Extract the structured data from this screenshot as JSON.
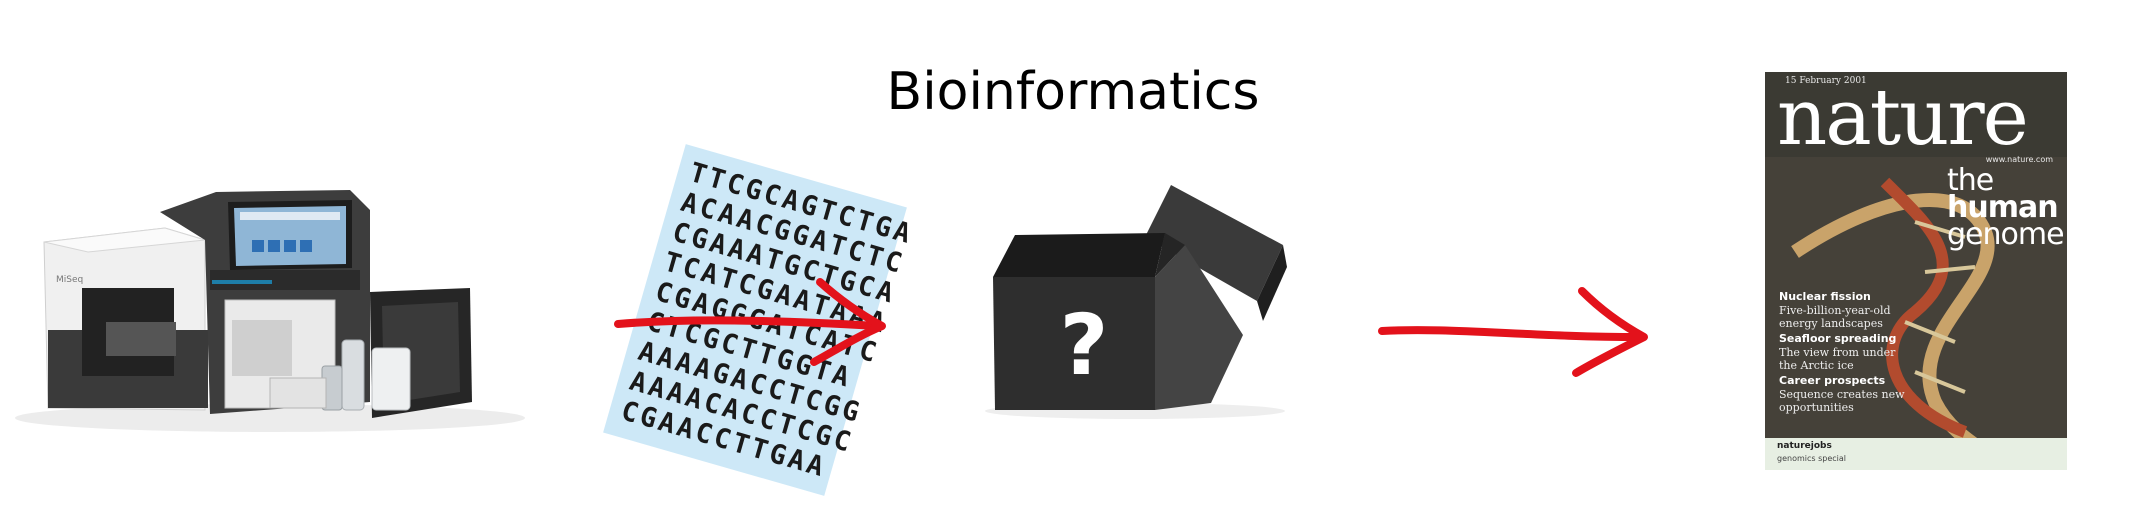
{
  "title": "Bioinformatics",
  "sequence_card": {
    "lines": [
      "TTCGCAGTCTGA",
      "ACAACGGATCTC",
      "CGAAATGCTGCA",
      "TCATCGAATAAA",
      "CGAGGGATCATC",
      "CTCGCTTGGTA",
      "AAAAGACCTCGG",
      "AAAACACCTCGC",
      "CGAACCTTGAA"
    ]
  },
  "cover": {
    "logo": "nature",
    "date": "15 February 2001",
    "site": "www.nature.com",
    "feature_line1": "the",
    "feature_line2": "human",
    "feature_line3": "genome",
    "stories": [
      {
        "head": "Nuclear fission",
        "sub": "Five-billion-year-old energy landscapes"
      },
      {
        "head": "Seafloor spreading",
        "sub": "The view from under the Arctic ice"
      },
      {
        "head": "Career prospects",
        "sub": "Sequence creates new opportunities"
      }
    ],
    "footer_title": "naturejobs",
    "footer_sub": "genomics special"
  },
  "colors": {
    "arrow": "#e3121b",
    "box": "#2b2b2b",
    "card": "#cde8f7"
  }
}
